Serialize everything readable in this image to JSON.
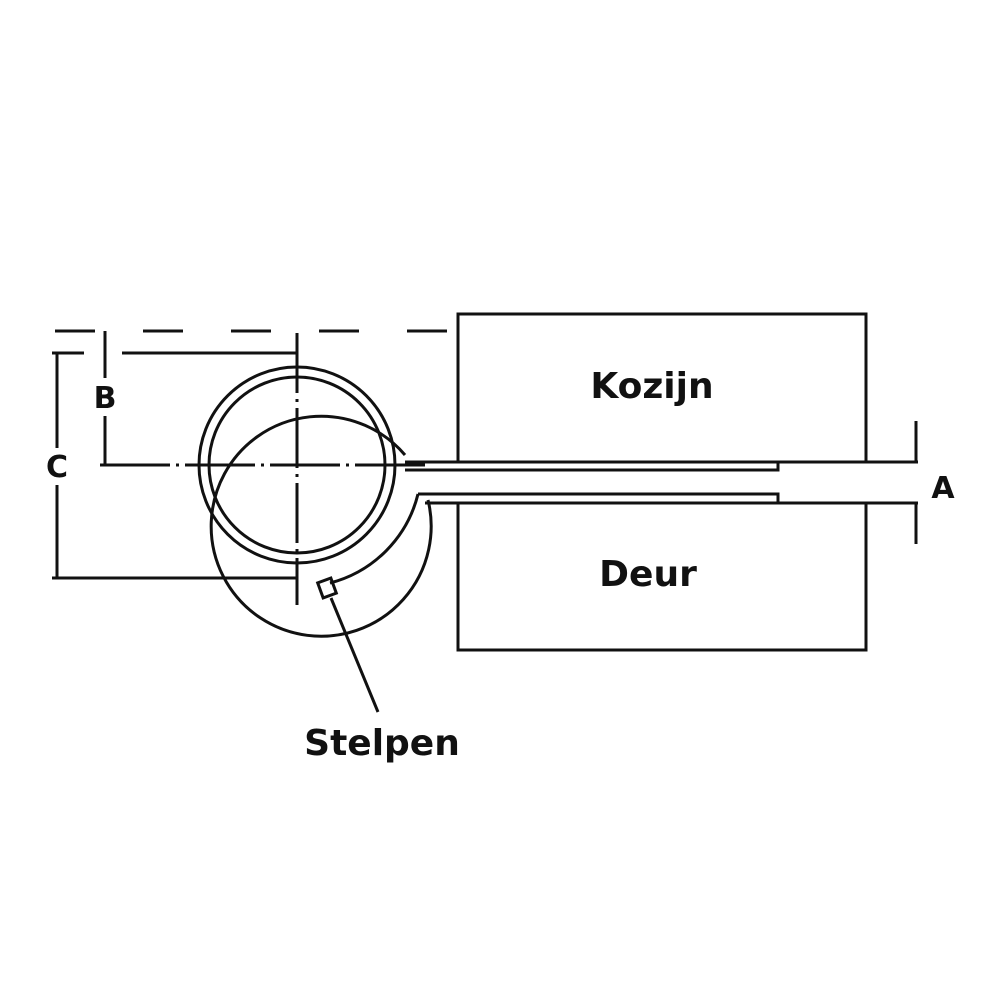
{
  "labels": {
    "frame": "Kozijn",
    "door": "Deur",
    "pin": "Stelpen",
    "dim_a": "A",
    "dim_b": "B",
    "dim_c": "C"
  },
  "colors": {
    "line": "#111111",
    "background": "#ffffff"
  }
}
